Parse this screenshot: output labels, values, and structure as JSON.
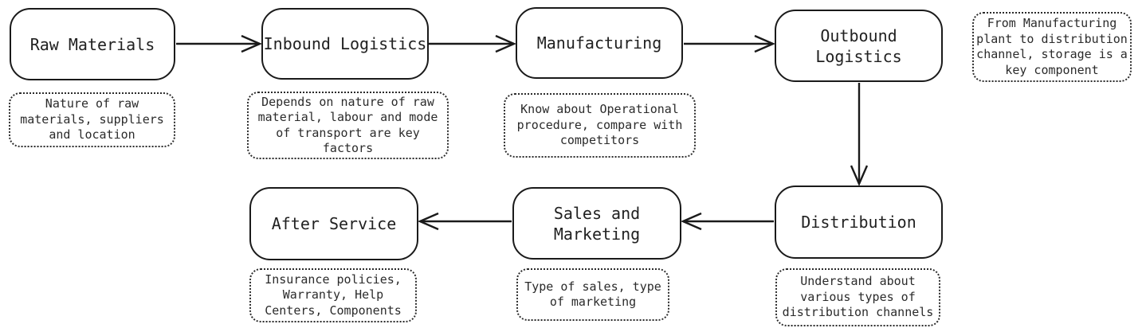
{
  "diagram": {
    "type": "flowchart",
    "background": "#ffffff",
    "stroke_color": "#1a1a1a",
    "text_color": "#212121",
    "nodes": [
      {
        "id": "raw-materials",
        "label": "Raw Materials"
      },
      {
        "id": "inbound-logistics",
        "label": "Inbound Logistics"
      },
      {
        "id": "manufacturing",
        "label": "Manufacturing"
      },
      {
        "id": "outbound-logistics",
        "label": "Outbound\nLogistics"
      },
      {
        "id": "distribution",
        "label": "Distribution"
      },
      {
        "id": "sales-marketing",
        "label": "Sales and\nMarketing"
      },
      {
        "id": "after-service",
        "label": "After Service"
      }
    ],
    "notes": [
      {
        "id": "note-raw-materials",
        "text": "Nature of raw\nmaterials, suppliers\nand location"
      },
      {
        "id": "note-inbound-logistics",
        "text": "Depends on nature of raw\nmaterial, labour and mode\nof transport are key\nfactors"
      },
      {
        "id": "note-manufacturing",
        "text": "Know about Operational\nprocedure, compare with\ncompetitors"
      },
      {
        "id": "note-outbound-logistics",
        "text": "From Manufacturing\nplant to distribution\nchannel, storage is a\nkey component"
      },
      {
        "id": "note-after-service",
        "text": "Insurance policies,\nWarranty, Help\nCenters, Components"
      },
      {
        "id": "note-sales-marketing",
        "text": "Type of sales, type\nof marketing"
      },
      {
        "id": "note-distribution",
        "text": "Understand about\nvarious types of\ndistribution channels"
      }
    ],
    "edges": [
      {
        "from": "raw-materials",
        "to": "inbound-logistics",
        "direction": "right"
      },
      {
        "from": "inbound-logistics",
        "to": "manufacturing",
        "direction": "right"
      },
      {
        "from": "manufacturing",
        "to": "outbound-logistics",
        "direction": "right"
      },
      {
        "from": "outbound-logistics",
        "to": "distribution",
        "direction": "down"
      },
      {
        "from": "distribution",
        "to": "sales-marketing",
        "direction": "left"
      },
      {
        "from": "sales-marketing",
        "to": "after-service",
        "direction": "left"
      }
    ]
  }
}
